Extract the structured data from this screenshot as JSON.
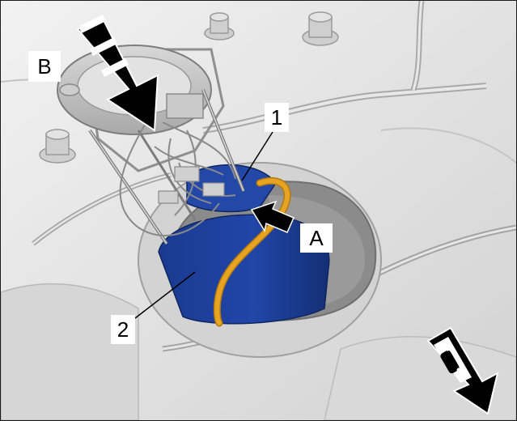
{
  "callouts": {
    "label_b": "B",
    "label_1": "1",
    "label_a": "A",
    "label_2": "2"
  },
  "colors": {
    "pump_module_blue": "#1d3f9a",
    "fuel_line_orange": "#e7a322",
    "surface_grey": "#e4e4e4",
    "arrow_black": "#000000"
  },
  "icons": [
    "press-down-arrow",
    "direction-arrow",
    "vehicle-orientation-icon"
  ]
}
